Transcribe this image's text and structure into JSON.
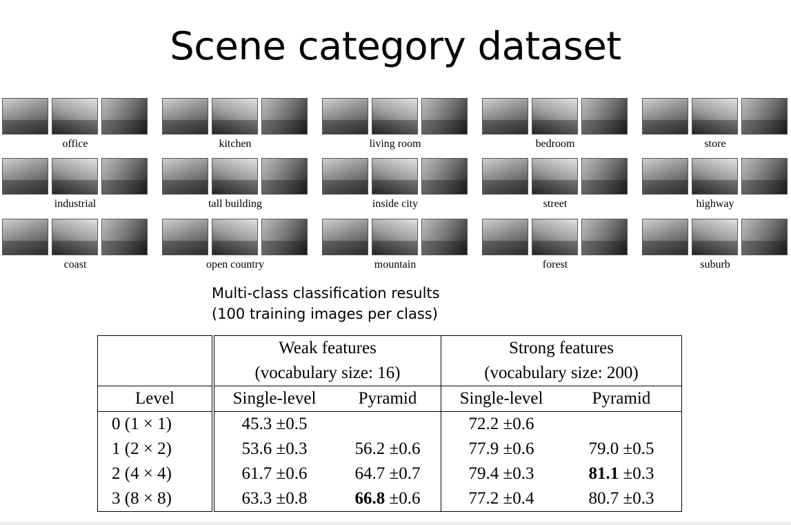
{
  "slide": {
    "title": "Scene category dataset",
    "subtitle_line1": "Multi-class classification results",
    "subtitle_line2": "(100 training images per class)"
  },
  "categories": [
    "office",
    "kitchen",
    "living room",
    "bedroom",
    "store",
    "industrial",
    "tall building",
    "inside city",
    "street",
    "highway",
    "coast",
    "open country",
    "mountain",
    "forest",
    "suburb"
  ],
  "table": {
    "header": {
      "weak_line1": "Weak features",
      "weak_line2": "(vocabulary size: 16)",
      "strong_line1": "Strong features",
      "strong_line2": "(vocabulary size: 200)",
      "level": "Level",
      "single_weak": "Single-level",
      "pyramid_weak": "Pyramid",
      "single_strong": "Single-level",
      "pyramid_strong": "Pyramid"
    },
    "rows": [
      {
        "level": "0 (1 × 1)",
        "single_weak": "45.3 ±0.5",
        "pyramid_weak_mean": "",
        "pyramid_weak_std": "",
        "single_strong": "72.2 ±0.6",
        "pyramid_strong_mean": "",
        "pyramid_strong_std": ""
      },
      {
        "level": "1 (2 × 2)",
        "single_weak": "53.6 ±0.3",
        "pyramid_weak_mean": "56.2",
        "pyramid_weak_std": " ±0.6",
        "single_strong": "77.9 ±0.6",
        "pyramid_strong_mean": "79.0",
        "pyramid_strong_std": " ±0.5"
      },
      {
        "level": "2 (4 × 4)",
        "single_weak": "61.7 ±0.6",
        "pyramid_weak_mean": "64.7",
        "pyramid_weak_std": " ±0.7",
        "single_strong": "79.4 ±0.3",
        "pyramid_strong_mean": "81.1",
        "pyramid_strong_std": " ±0.3"
      },
      {
        "level": "3 (8 × 8)",
        "single_weak": "63.3 ±0.8",
        "pyramid_weak_mean": "66.8",
        "pyramid_weak_std": " ±0.6",
        "single_strong": "77.2 ±0.4",
        "pyramid_strong_mean": "80.7",
        "pyramid_strong_std": " ±0.3"
      }
    ]
  }
}
